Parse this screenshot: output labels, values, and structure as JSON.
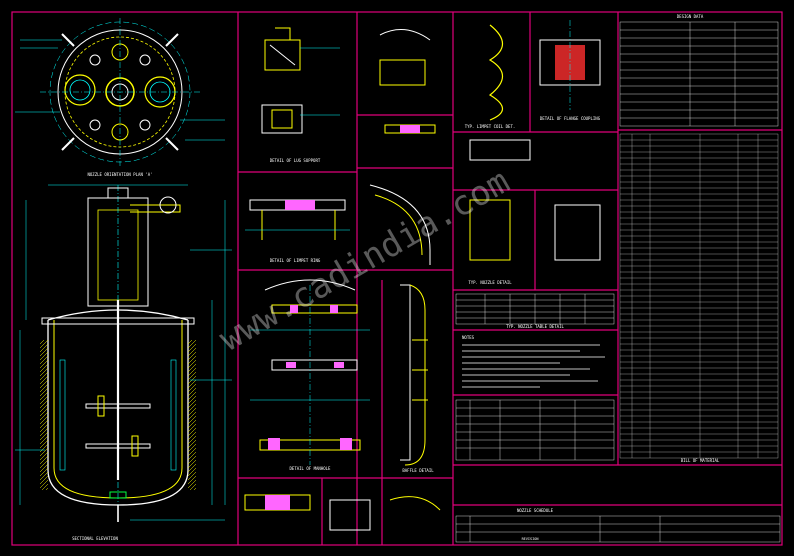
{
  "drawing": {
    "watermark": "www.cadindia.com",
    "views": {
      "top_plan": "NOZZLE ORIENTATION PLAN 'A'",
      "elevation": "SECTIONAL ELEVATION",
      "coupling": "DETAIL OF FLANGE COUPLING",
      "limpet": "TYP. LIMPET COIL DET.",
      "bracket": "DETAIL OF LUG SUPPORT",
      "manhole": "DETAIL OF MANHOLE",
      "nozzle": "TYP. NOZZLE DETAIL",
      "baffle": "BAFFLE DETAIL",
      "gasket_ring": "DETAIL OF LIMPET RING",
      "data_sheet": "DESIGN DATA",
      "bom": "BILL OF MATERIAL",
      "notes": "NOTES",
      "nozzle_schedule": "NOZZLE SCHEDULE",
      "nozzle_table": "TYP. NOZZLE TABLE DETAIL",
      "revisions": "REVISION"
    },
    "colors": {
      "background": "#000000",
      "frame": "#e0007a",
      "vessel": "#ffff00",
      "dimension": "#00ffff",
      "detail": "#ffffff",
      "highlight": "#ff66ff",
      "fill_red": "#ff3030",
      "green": "#00ff40"
    }
  }
}
